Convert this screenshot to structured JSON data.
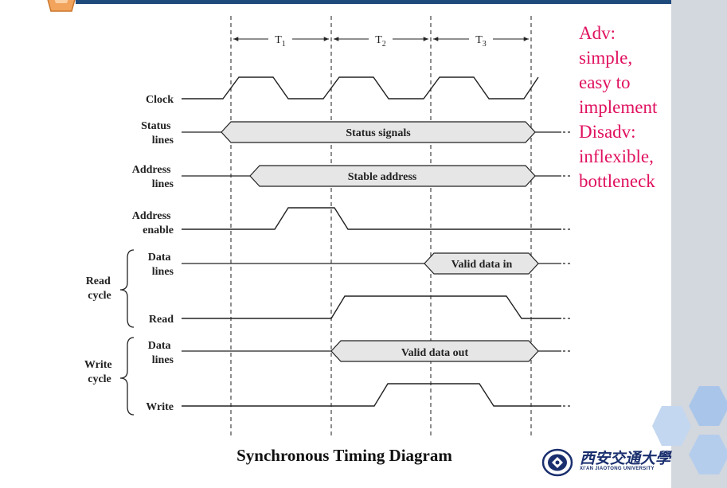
{
  "diagram": {
    "periods": [
      {
        "letter": "T",
        "sub": "1"
      },
      {
        "letter": "T",
        "sub": "2"
      },
      {
        "letter": "T",
        "sub": "3"
      }
    ],
    "signals": {
      "clock": [
        "Clock"
      ],
      "status": [
        "Status",
        "lines"
      ],
      "address": [
        "Address",
        "lines"
      ],
      "address_enable": [
        "Address",
        "enable"
      ],
      "read_data": [
        "Data",
        "lines"
      ],
      "read": [
        "Read"
      ],
      "write_data": [
        "Data",
        "lines"
      ],
      "write": [
        "Write"
      ]
    },
    "groups": {
      "read_cycle": [
        "Read",
        "cycle"
      ],
      "write_cycle": [
        "Write",
        "cycle"
      ]
    },
    "buses": {
      "status": "Status signals",
      "address": "Stable address",
      "read_data": "Valid data in",
      "write_data": "Valid data out"
    },
    "caption": "Synchronous Timing Diagram"
  },
  "notes": [
    "Adv:",
    "simple,",
    "easy to",
    "implement",
    "Disadv:",
    "inflexible,",
    "bottleneck"
  ],
  "university": {
    "name_cn": "西安交通大學",
    "name_en": "XI'AN JIAOTONG UNIVERSITY"
  },
  "colors": {
    "note_text": "#e0115f",
    "header_bar": "#1f4a7c",
    "side_panel": "#d3d7de",
    "bus_fill": "#e6e6e6",
    "logo_orange": "#f2a35c",
    "hex_blue": "#a9c6ea",
    "university_blue": "#1a2f6e"
  },
  "icons": {
    "corner_logo": "orange-hexagon-icon",
    "decoration": "blue-hexagon-icon",
    "seal": "university-seal-icon"
  }
}
